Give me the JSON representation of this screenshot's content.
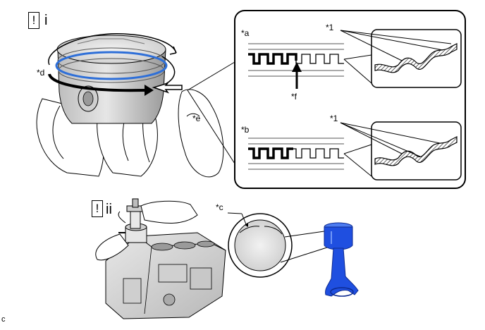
{
  "steps": [
    {
      "mark": "!",
      "num": "i"
    },
    {
      "mark": "!",
      "num": "ii"
    }
  ],
  "callouts": {
    "a": "*a",
    "b": "*b",
    "c": "*c",
    "d": "*d",
    "e": "*e",
    "f": "*f",
    "one_top": "*1",
    "one_bottom": "*1"
  },
  "figure_code": "c",
  "colors": {
    "ring_blue": "#2e6fd8",
    "rod_blue": "#1f4fe0",
    "line": "#000000",
    "hatch": "#000000"
  }
}
